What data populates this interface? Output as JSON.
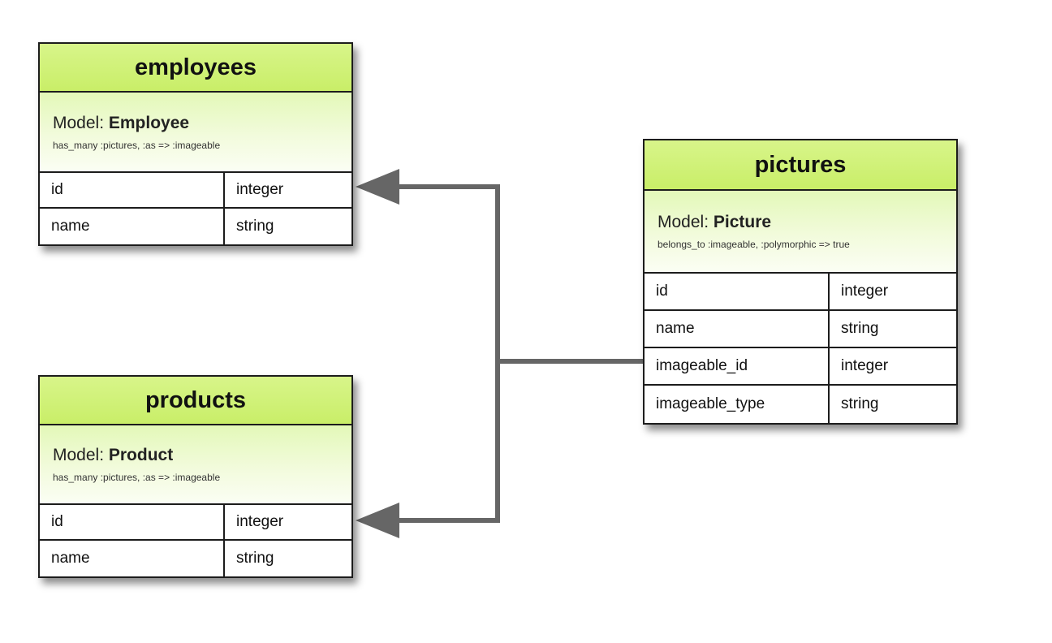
{
  "tables": {
    "employees": {
      "title": "employees",
      "model_prefix": "Model: ",
      "model_name": "Employee",
      "association": "has_many :pictures, :as => :imageable",
      "columns": [
        {
          "name": "id",
          "type": "integer"
        },
        {
          "name": "name",
          "type": "string"
        }
      ]
    },
    "products": {
      "title": "products",
      "model_prefix": "Model: ",
      "model_name": "Product",
      "association": "has_many :pictures, :as => :imageable",
      "columns": [
        {
          "name": "id",
          "type": "integer"
        },
        {
          "name": "name",
          "type": "string"
        }
      ]
    },
    "pictures": {
      "title": "pictures",
      "model_prefix": "Model: ",
      "model_name": "Picture",
      "association": "belongs_to :imageable, :polymorphic => true",
      "columns": [
        {
          "name": "id",
          "type": "integer"
        },
        {
          "name": "name",
          "type": "string"
        },
        {
          "name": "imageable_id",
          "type": "integer"
        },
        {
          "name": "imageable_type",
          "type": "string"
        }
      ]
    }
  },
  "colors": {
    "header_green": "#c9ee68",
    "connector": "#666666",
    "border": "#1c1c1c"
  }
}
